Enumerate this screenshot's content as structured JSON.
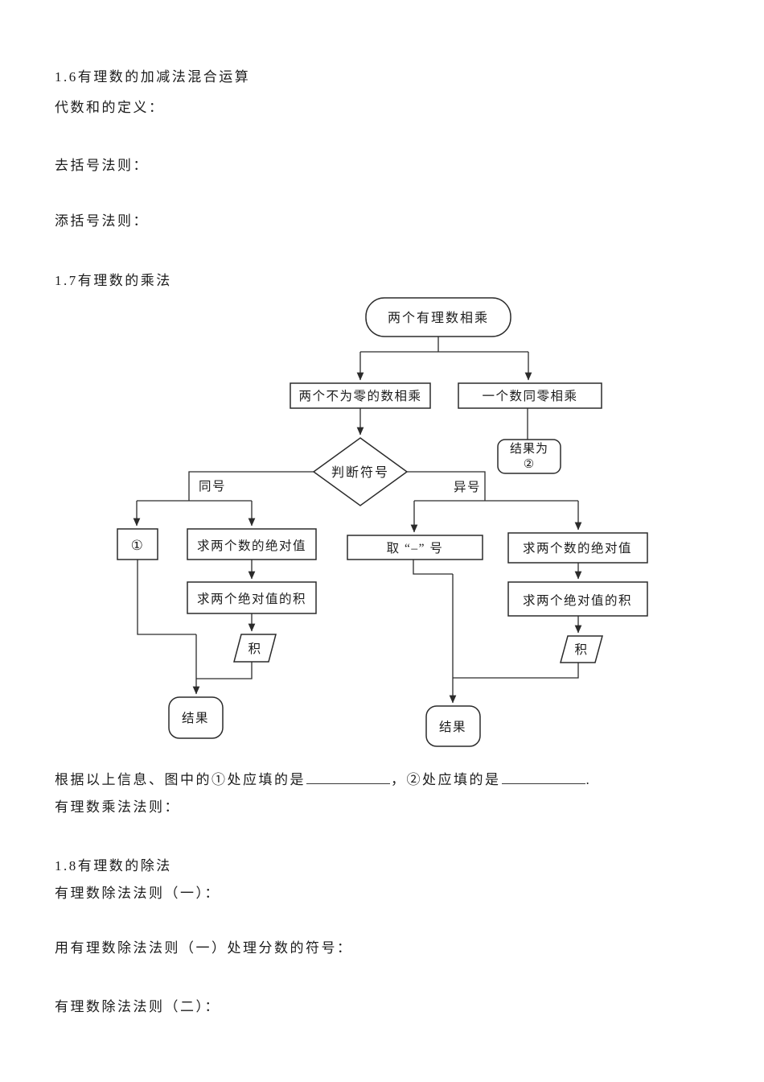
{
  "colors": {
    "text": "#1c1c1c",
    "stroke": "#2b2b2b",
    "background": "#ffffff"
  },
  "document": {
    "section_1_6": {
      "title": "1.6有理数的加减法混合运算",
      "algebraic_sum_def": "代数和的定义：",
      "remove_brackets_rule": "去括号法则：",
      "add_brackets_rule": "添括号法则："
    },
    "section_1_7": {
      "title": "1.7有理数的乘法",
      "fill_blank_sentence": {
        "part1": "根据以上信息、图中的①处应填的是",
        "part2": "，②处应填的是",
        "part3": "."
      },
      "multiplication_rule_label": "有理数乘法法则："
    },
    "section_1_8": {
      "title": "1.8有理数的除法",
      "division_rule_1": "有理数除法法则（一）：",
      "division_rule_1_fraction": "用有理数除法法则（一）处理分数的符号：",
      "division_rule_2": "有理数除法法则（二）："
    }
  },
  "flowchart": {
    "start": "两个有理数相乘",
    "branch_nonzero": "两个不为零的数相乘",
    "branch_zero": "一个数同零相乘",
    "zero_result_line1": "结果为",
    "zero_result_line2": "②",
    "decision": "判断符号",
    "label_same_sign": "同号",
    "label_diff_sign": "异号",
    "node_blank1": "①",
    "node_abs_same": "求两个数的绝对值",
    "node_take_minus": "取 “–” 号",
    "node_abs_diff": "求两个数的绝对值",
    "node_abs_product_same": "求两个绝对值的积",
    "node_abs_product_diff": "求两个绝对值的积",
    "node_product_same": "积",
    "node_product_diff": "积",
    "node_result_same": "结果",
    "node_result_diff": "结果"
  }
}
